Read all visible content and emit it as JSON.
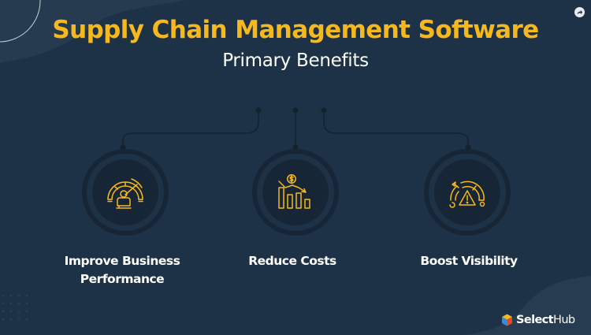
{
  "header": {
    "title": "Supply Chain Management Software",
    "subtitle": "Primary Benefits"
  },
  "share": {
    "icon": "share-arrow-icon"
  },
  "benefits": [
    {
      "label": "Improve Business Performance",
      "icon": "performance-gauge-person-icon"
    },
    {
      "label": "Reduce Costs",
      "icon": "declining-cost-chart-icon"
    },
    {
      "label": "Boost Visibility",
      "icon": "gauge-warning-icon"
    }
  ],
  "brand": {
    "name_bold": "Select",
    "name_regular": "Hub",
    "logo_icon": "selecthub-cube-icon"
  },
  "colors": {
    "background": "#1e3247",
    "accent": "#f7b81b",
    "text": "#ffffff",
    "ring": "#172637",
    "connector": "#142230"
  }
}
